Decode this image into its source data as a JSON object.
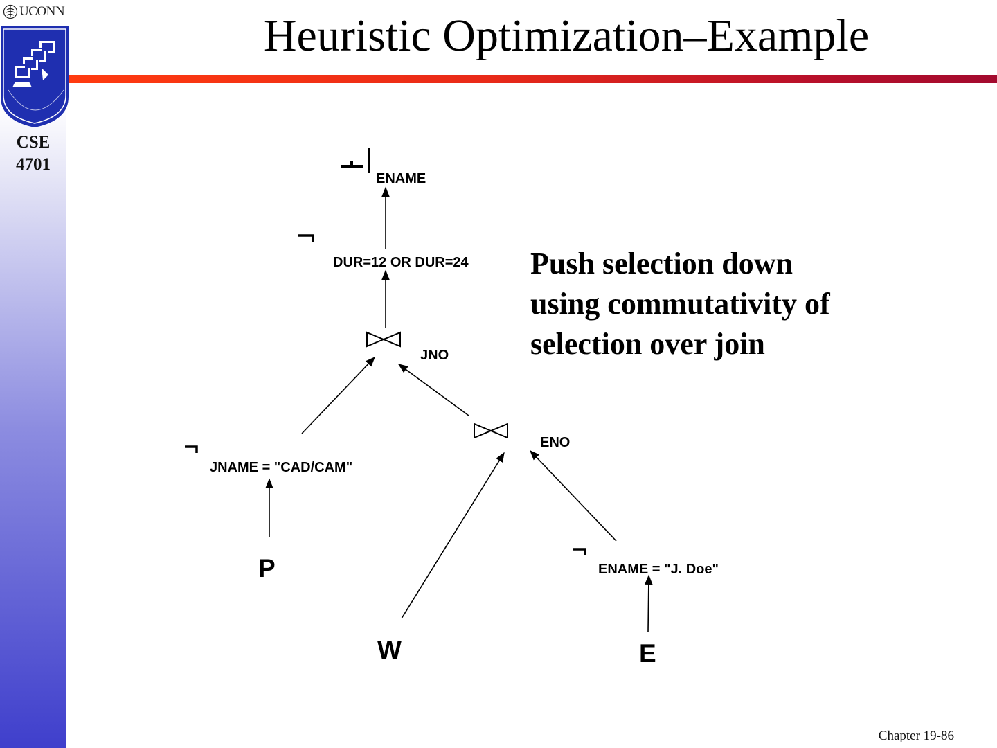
{
  "sidebar": {
    "university": "UCONN",
    "course_line1": "CSE",
    "course_line2": "4701"
  },
  "title": "Heuristic Optimization–Example",
  "callout": {
    "line1": "Push selection down",
    "line2": "using commutativity of",
    "line3": "selection over join"
  },
  "tree": {
    "projection_label": "ENAME",
    "top_selection_label": "DUR=12 OR DUR=24",
    "join1_label": "JNO",
    "join2_label": "ENO",
    "select_p_label": "JNAME = \"CAD/CAM\"",
    "select_e_label": "ENAME = \"J. Doe\"",
    "rel_p": "P",
    "rel_w": "W",
    "rel_e": "E"
  },
  "footer": "Chapter 19-86"
}
